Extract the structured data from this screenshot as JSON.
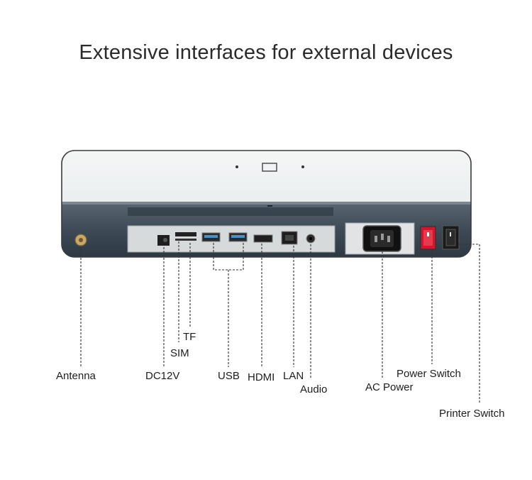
{
  "title": "Extensive interfaces for external devices",
  "ports": {
    "antenna": "Antenna",
    "dc12v": "DC12V",
    "sim": "SIM",
    "tf": "TF",
    "usb": "USB",
    "hdmi": "HDMI",
    "lan": "LAN",
    "audio": "Audio",
    "ac_power": "AC Power",
    "power_switch": "Power Switch",
    "printer_switch": "Printer Switch"
  },
  "colors": {
    "device_top": "#eef1f2",
    "device_bottom": "#3d4a56",
    "port_panel": "#d7dadb",
    "power_switch": "#d4162c"
  }
}
